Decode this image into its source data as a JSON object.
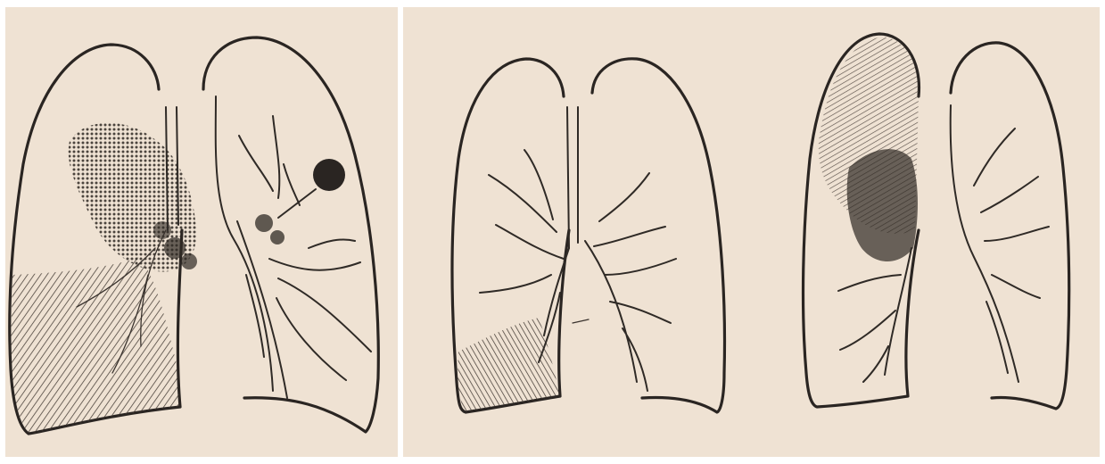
{
  "figure": {
    "panel_count": 2,
    "drawing_count": 3,
    "style": "pen-and-ink sketch on aged paper",
    "colors": {
      "paper": "#efe2d3",
      "ink": "#2a2522",
      "shade": "#3b332d",
      "border": "#ffffff"
    }
  }
}
